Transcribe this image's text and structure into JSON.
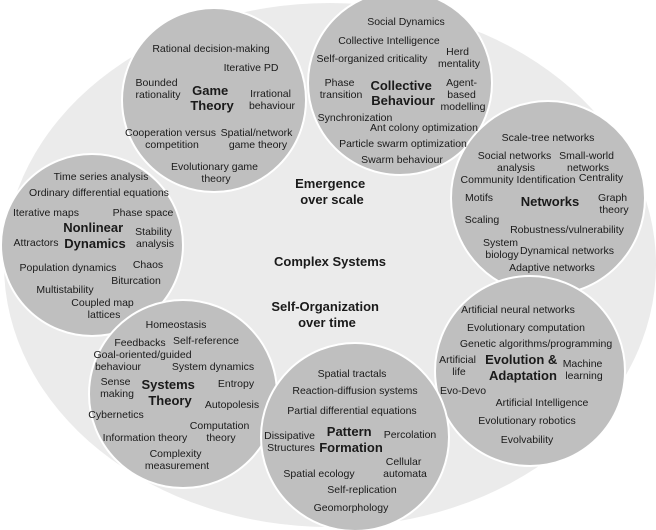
{
  "center": {
    "emergence": [
      "Emergence",
      "over scale"
    ],
    "complex_systems": "Complex Systems",
    "self_organization": [
      "Self-Organization",
      "over time"
    ]
  },
  "clusters": {
    "game_theory": {
      "title": [
        "Game",
        "Theory"
      ],
      "terms": {
        "rational_decision_making": "Rational decision-making",
        "iterative_pd": "Iterative PD",
        "bounded_rationality": [
          "Bounded",
          "rationality"
        ],
        "irrational_behaviour": [
          "Irrational",
          "behaviour"
        ],
        "cooperation_versus_competition": [
          "Cooperation versus",
          "competition"
        ],
        "spatial_network_game_theory": [
          "Spatial/network",
          "game theory"
        ],
        "evolutionary_game_theory": [
          "Evolutionary game",
          "theory"
        ]
      }
    },
    "collective_behaviour": {
      "title": [
        "Collective",
        "Behaviour"
      ],
      "terms": {
        "social_dynamics": "Social Dynamics",
        "collective_intelligence": "Collective Intelligence",
        "self_organized_criticality": "Self-organized criticality",
        "herd_mentality": [
          "Herd",
          "mentality"
        ],
        "phase_transition": [
          "Phase",
          "transition"
        ],
        "agent_based_modelling": [
          "Agent-",
          "based",
          "modelling"
        ],
        "synchronization": "Synchronization",
        "ant_colony_optimization": "Ant colony optimization",
        "particle_swarm_optimization": "Particle swarm optimization",
        "swarm_behaviour": "Swarm behaviour"
      }
    },
    "networks": {
      "title": [
        "Networks"
      ],
      "terms": {
        "scale_tree_networks": "Scale-tree networks",
        "social_networks_analysis": [
          "Social networks",
          "analysis"
        ],
        "small_world_networks": [
          "Small-world",
          "networks"
        ],
        "community_identification": "Community Identification",
        "centrality": "Centrality",
        "motifs": "Motifs",
        "graph_theory": [
          "Graph",
          "theory"
        ],
        "scaling": "Scaling",
        "robustness_vulnerability": "Robustness/vulnerability",
        "system_biology": [
          "System",
          "biology"
        ],
        "dynamical_networks": "Dynamical networks",
        "adaptive_networks": "Adaptive networks"
      }
    },
    "nonlinear_dynamics": {
      "title": [
        "Nonlinear",
        "Dynamics"
      ],
      "terms": {
        "time_series_analysis": "Time series analysis",
        "ordinary_differential_equations": "Ordinary differential equations",
        "iterative_maps": "Iterative maps",
        "phase_space": "Phase space",
        "attractors": "Attractors",
        "stability_analysis": [
          "Stability",
          "analysis"
        ],
        "population_dynamics": "Population dynamics",
        "chaos": "Chaos",
        "biturcation": "Biturcation",
        "multistability": "Multistability",
        "coupled_map_lattices": [
          "Coupled map",
          "lattices"
        ]
      }
    },
    "evolution_adaptation": {
      "title": [
        "Evolution &",
        "Adaptation"
      ],
      "terms": {
        "artificial_neural_networks": "Artificial neural networks",
        "evolutionary_computation": "Evolutionary computation",
        "genetic_algorithms_programming": "Genetic algorithms/programming",
        "artificial_life": [
          "Artificial",
          "life"
        ],
        "machine_learning": [
          "Machine",
          "learning"
        ],
        "evo_devo": "Evo-Devo",
        "artificial_intelligence": "Artificial Intelligence",
        "evolutionary_robotics": "Evolutionary robotics",
        "evolvability": "Evolvability"
      }
    },
    "systems_theory": {
      "title": [
        "Systems",
        "Theory"
      ],
      "terms": {
        "homeostasis": "Homeostasis",
        "feedbacks": "Feedbacks",
        "self_reference": "Self-reference",
        "goal_oriented_behaviour": [
          "Goal-oriented/guided",
          "behaviour"
        ],
        "system_dynamics": "System dynamics",
        "sense_making": [
          "Sense",
          "making"
        ],
        "entropy": "Entropy",
        "cybernetics": "Cybernetics",
        "autopolesis": "Autopolesis",
        "information_theory": "Information theory",
        "computation_theory": [
          "Computation",
          "theory"
        ],
        "complexity_measurement": [
          "Complexity",
          "measurement"
        ]
      }
    },
    "pattern_formation": {
      "title": [
        "Pattern",
        "Formation"
      ],
      "terms": {
        "spatial_tractals": "Spatial tractals",
        "reaction_diffusion_systems": "Reaction-diffusion systems",
        "partial_differential_equations": "Partial differential equations",
        "dissipative_structures": [
          "Dissipative",
          "Structures"
        ],
        "percolation": "Percolation",
        "cellular_automata": [
          "Cellular",
          "automata"
        ],
        "spatial_ecology": "Spatial ecology",
        "self_replication": "Self-replication",
        "geomorphology": "Geomorphology"
      }
    }
  },
  "colors": {
    "outer_ellipse": "#ebebeb",
    "bubble": "#bfbfbf",
    "bubble_stroke": "#ffffff",
    "text": "#1a1a1a"
  }
}
